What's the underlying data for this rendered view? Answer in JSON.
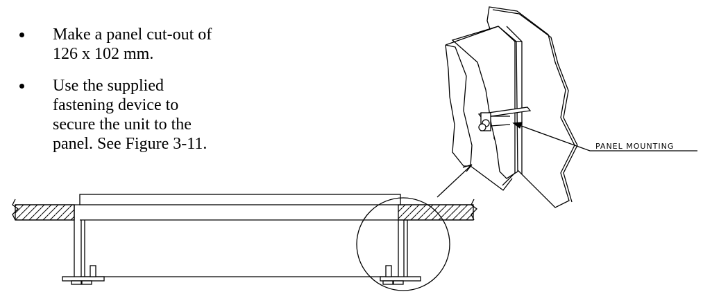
{
  "bullets": [
    "Make a panel cut-out of 126 x 102 mm.",
    "Use the supplied fastening device to secure the unit to the panel. See Figure 3-11."
  ],
  "callout_label": "PANEL MOUNTING"
}
